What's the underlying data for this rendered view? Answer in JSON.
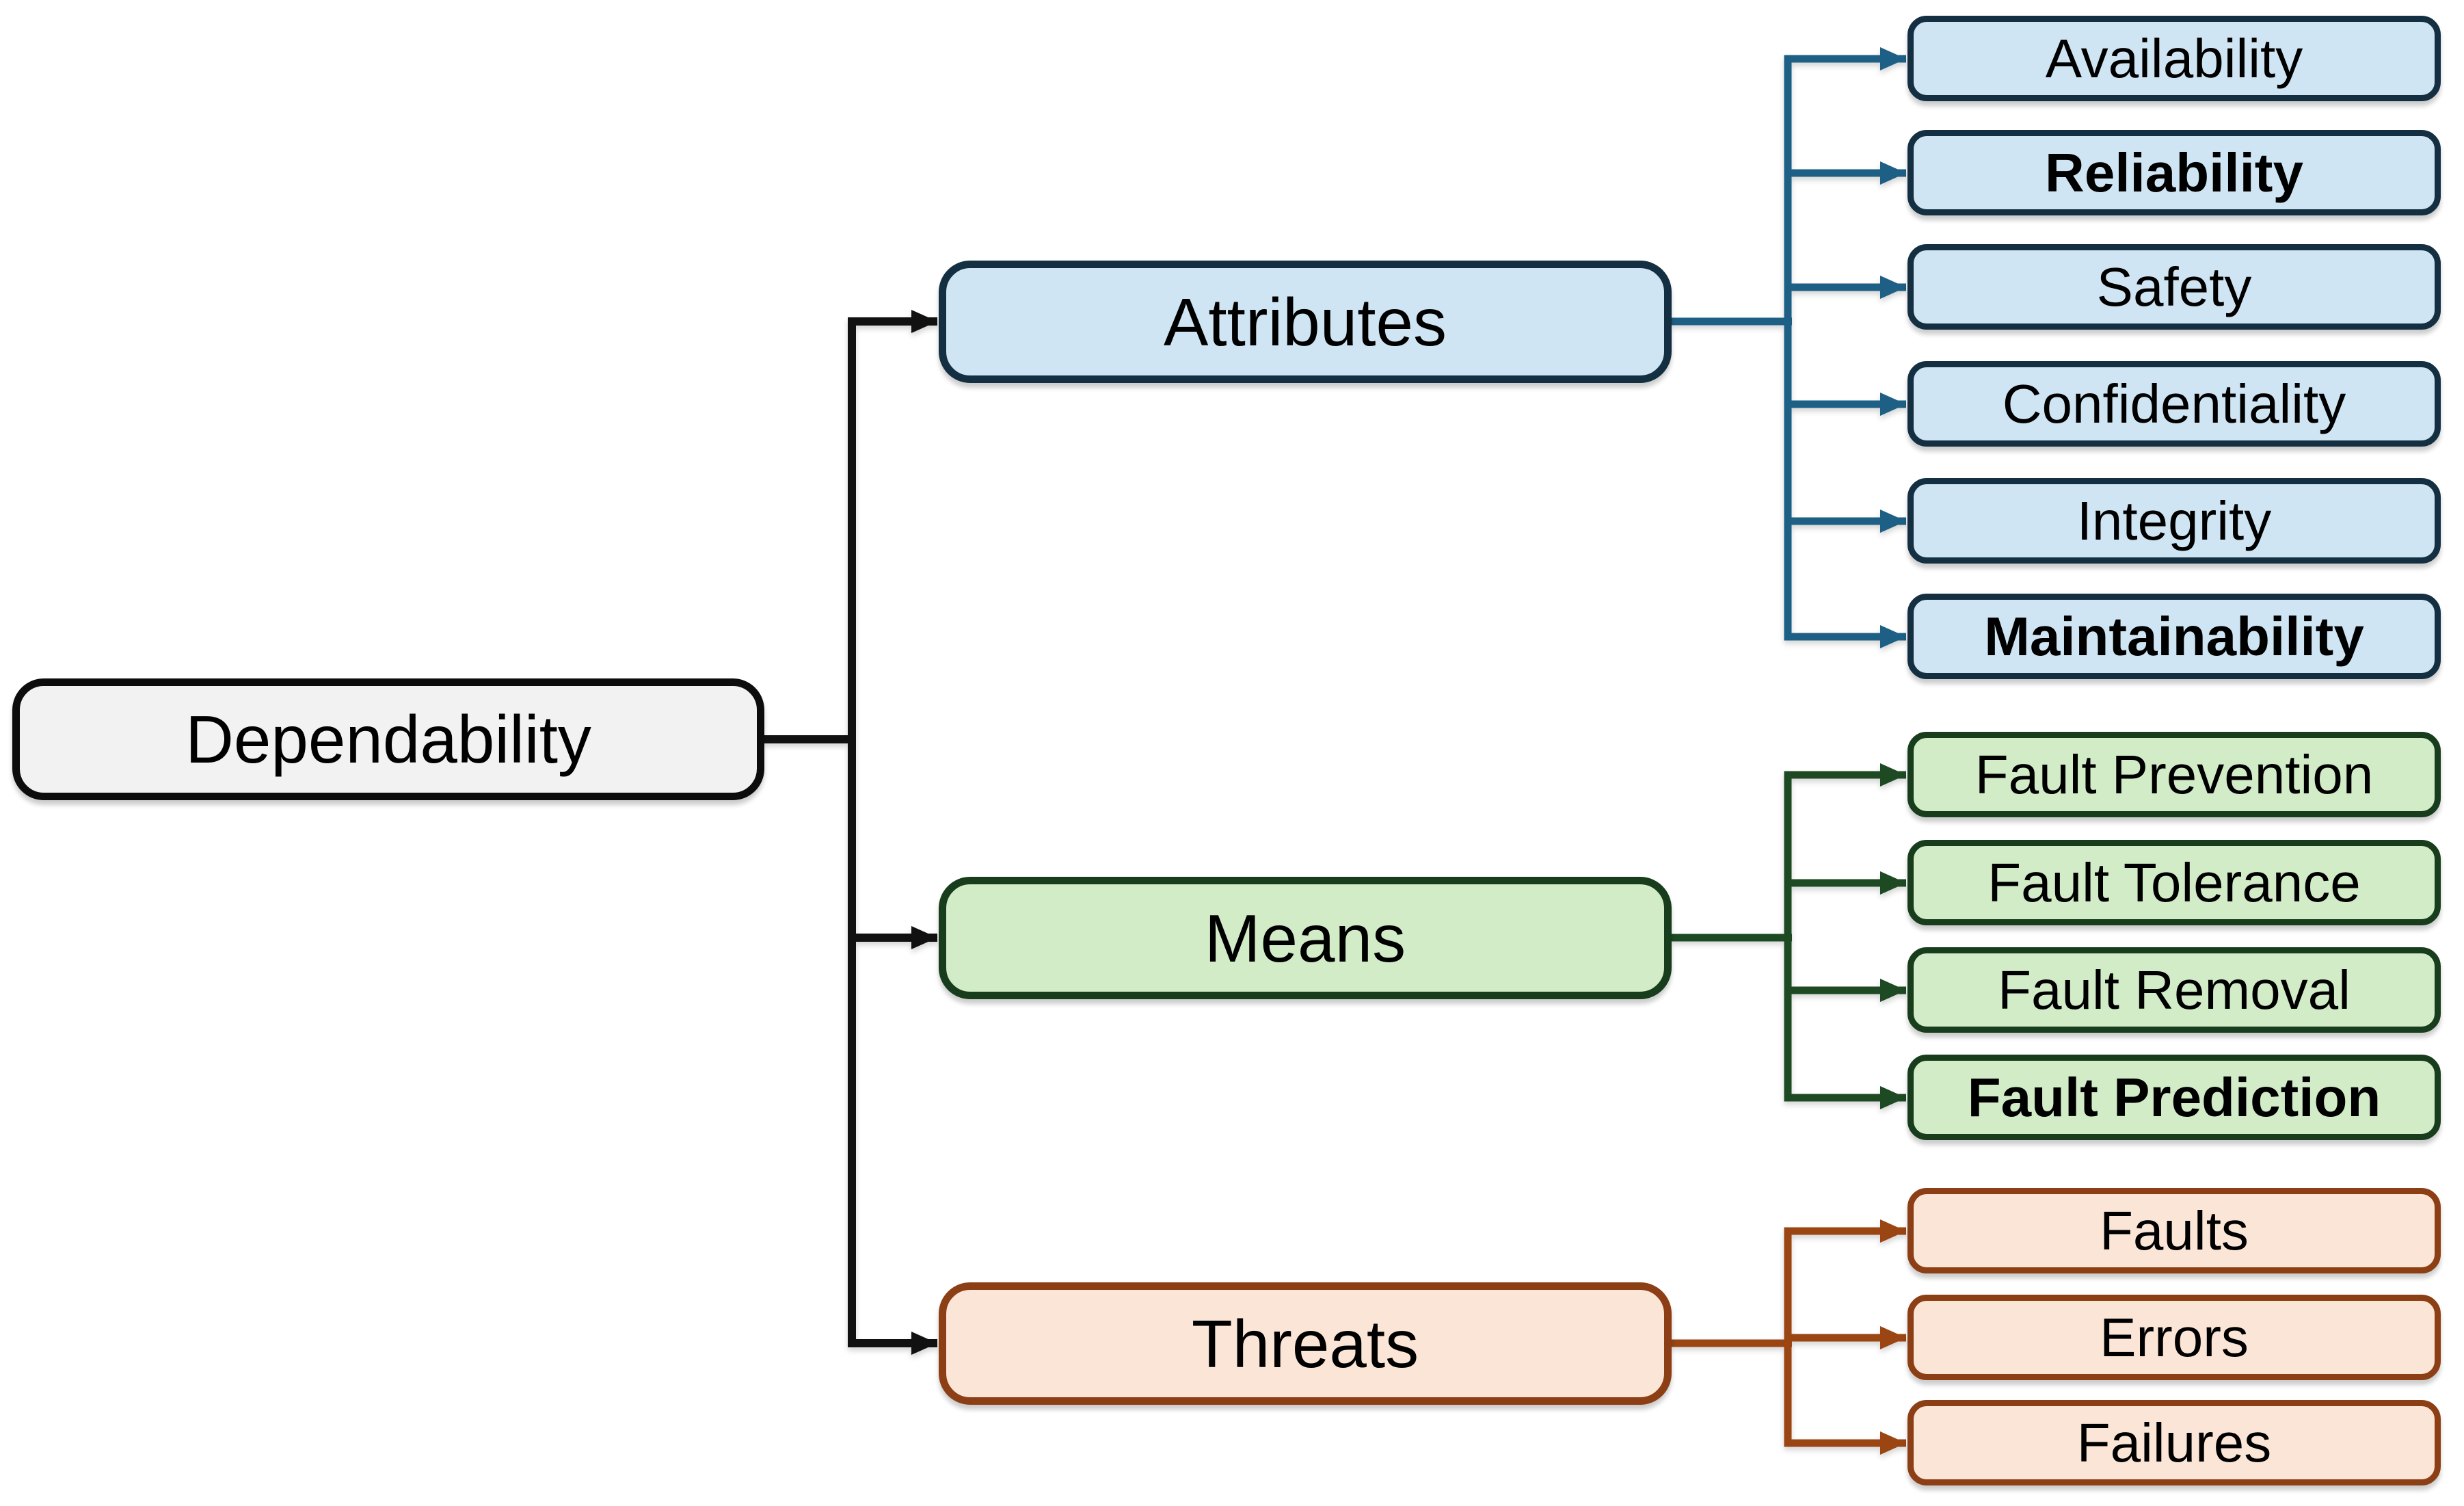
{
  "page": {
    "background": "#ffffff"
  },
  "palette": {
    "page-bg": "#ffffff",
    "root-fill": "#f2f2f2",
    "root-border": "#0d0d0d",
    "trunk-line": "#111111",
    "blue-fill": "#cfe5f3",
    "blue-border": "#142f41",
    "blue-line": "#1e5f85",
    "green-fill": "#d2ecc8",
    "green-border": "#173d1c",
    "green-line": "#1d4a22",
    "orange-fill": "#fbe5d6",
    "orange-border": "#8c3e15",
    "orange-line": "#9a4512"
  },
  "diagram": {
    "root": {
      "label": "Dependability"
    },
    "branches": [
      {
        "label": "Attributes",
        "color": "blue",
        "children": [
          {
            "label": "Availability",
            "bold": false
          },
          {
            "label": "Reliability",
            "bold": true
          },
          {
            "label": "Safety",
            "bold": false
          },
          {
            "label": "Confidentiality",
            "bold": false
          },
          {
            "label": "Integrity",
            "bold": false
          },
          {
            "label": "Maintainability",
            "bold": true
          }
        ]
      },
      {
        "label": "Means",
        "color": "green",
        "children": [
          {
            "label": "Fault Prevention",
            "bold": false
          },
          {
            "label": "Fault Tolerance",
            "bold": false
          },
          {
            "label": "Fault Removal",
            "bold": false
          },
          {
            "label": "Fault Prediction",
            "bold": true
          }
        ]
      },
      {
        "label": "Threats",
        "color": "orange",
        "children": [
          {
            "label": "Faults",
            "bold": false
          },
          {
            "label": "Errors",
            "bold": false
          },
          {
            "label": "Failures",
            "bold": false
          }
        ]
      }
    ]
  }
}
